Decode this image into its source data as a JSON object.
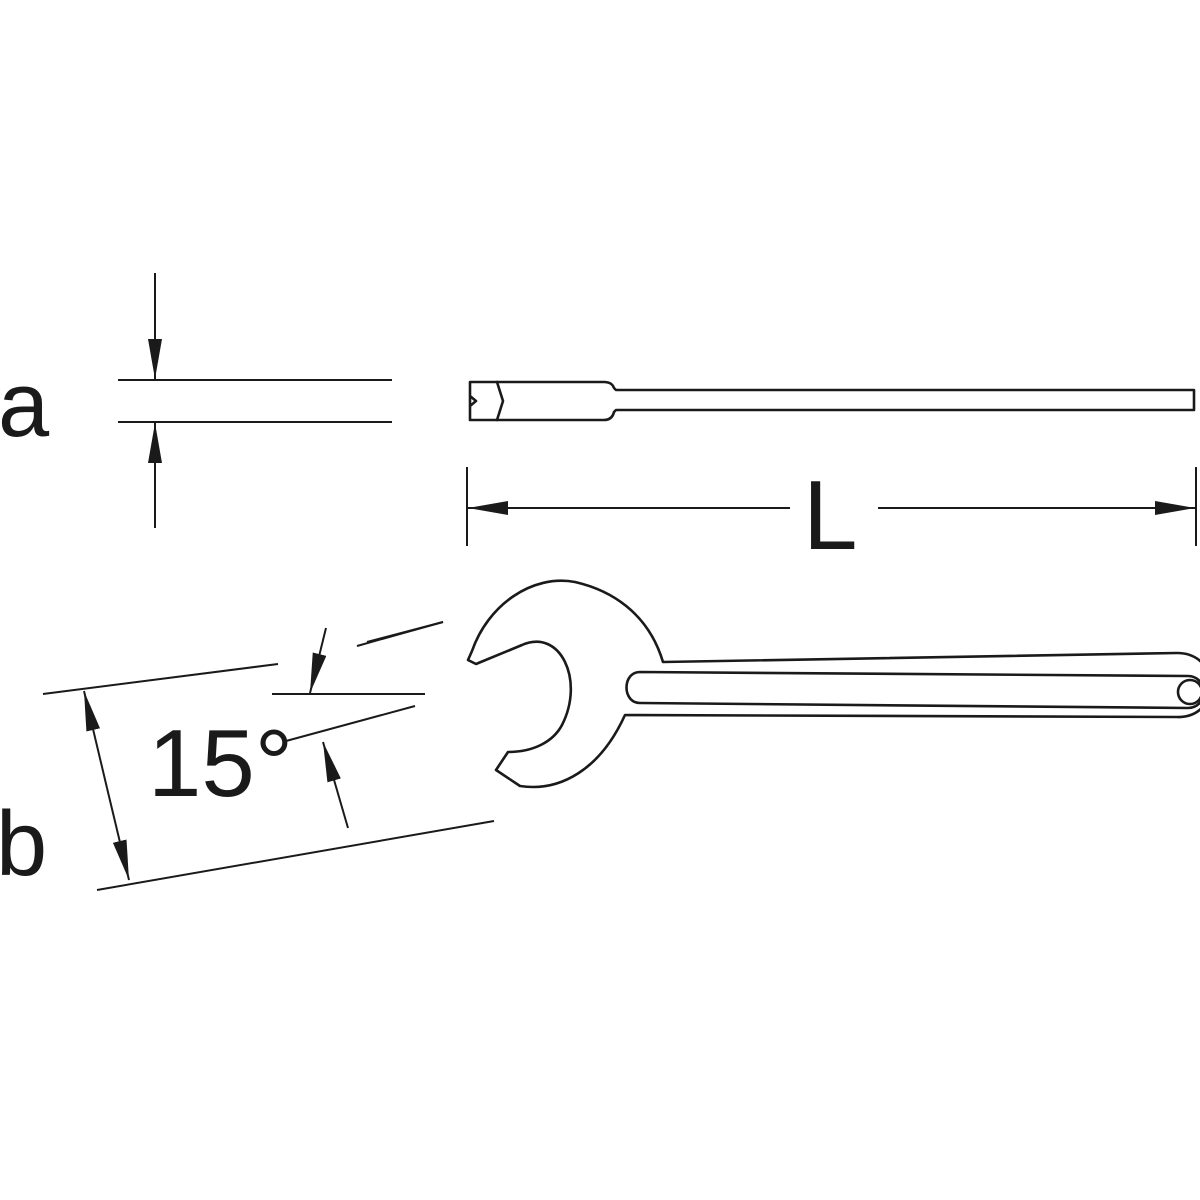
{
  "labels": {
    "thickness": "a",
    "length": "L",
    "angle": "15°",
    "width": "b"
  },
  "colors": {
    "line": "#1a1a1a",
    "background": "#ffffff"
  }
}
